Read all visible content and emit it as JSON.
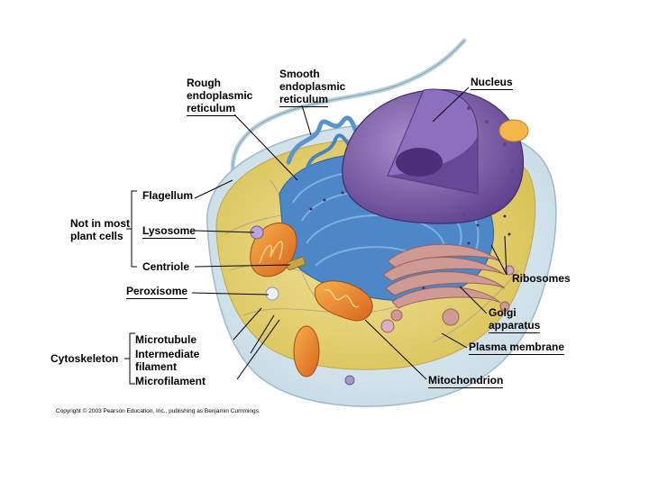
{
  "labels": {
    "rough_er": [
      "Rough",
      "endoplasmic",
      "reticulum"
    ],
    "smooth_er": [
      "Smooth",
      "endoplasmic",
      "reticulum"
    ],
    "nucleus": "Nucleus",
    "flagellum": "Flagellum",
    "not_in_plant": [
      "Not in most",
      "plant cells"
    ],
    "lysosome": "Lysosome",
    "centriole": "Centriole",
    "ribosomes": "Ribosomes",
    "peroxisome": "Peroxisome",
    "golgi": [
      "Golgi",
      "apparatus"
    ],
    "microtubule": "Microtubule",
    "intermediate_filament": [
      "Intermediate",
      "filament"
    ],
    "microfilament": "Microfilament",
    "cytoskeleton": "Cytoskeleton",
    "plasma_membrane": "Plasma membrane",
    "mitochondrion": "Mitochondrion"
  },
  "copyright": "Copyright © 2003 Pearson Education, Inc., publishing as Benjamin Cummings.",
  "colors": {
    "cytoplasm": "#e8d77a",
    "cell_outer": "#d6e6ee",
    "er": "#4a82c4",
    "nucleus": "#7a5aa8",
    "mitochondria": "#e87a2a",
    "golgi": "#c98a86"
  }
}
